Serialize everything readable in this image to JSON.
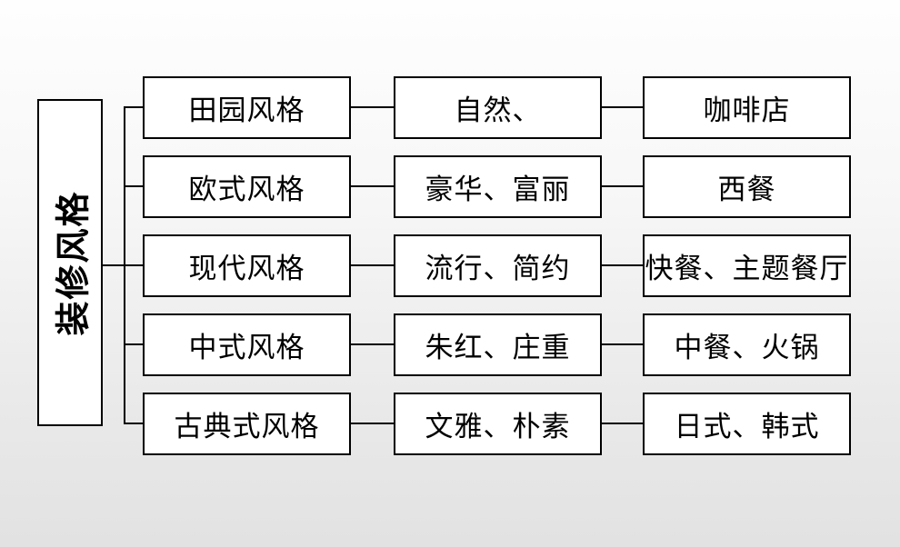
{
  "diagram_title": "装修风格",
  "rows": [
    {
      "style": "田园风格",
      "characteristics": "自然、",
      "restaurants": "咖啡店"
    },
    {
      "style": "欧式风格",
      "characteristics": "豪华、富丽",
      "restaurants": "西餐"
    },
    {
      "style": "现代风格",
      "characteristics": "流行、简约",
      "restaurants": "快餐、主题餐厅"
    },
    {
      "style": "中式风格",
      "characteristics": "朱红、庄重",
      "restaurants": "中餐、火锅"
    },
    {
      "style": "古典式风格",
      "characteristics": "文雅、朴素",
      "restaurants": "日式、韩式"
    }
  ],
  "colors": {
    "node_background": "#ffffff",
    "node_border": "#000000",
    "connector_line": "#000000",
    "text": "#000000",
    "canvas_top": "#fefefe",
    "canvas_bottom": "#e2e2e2"
  }
}
